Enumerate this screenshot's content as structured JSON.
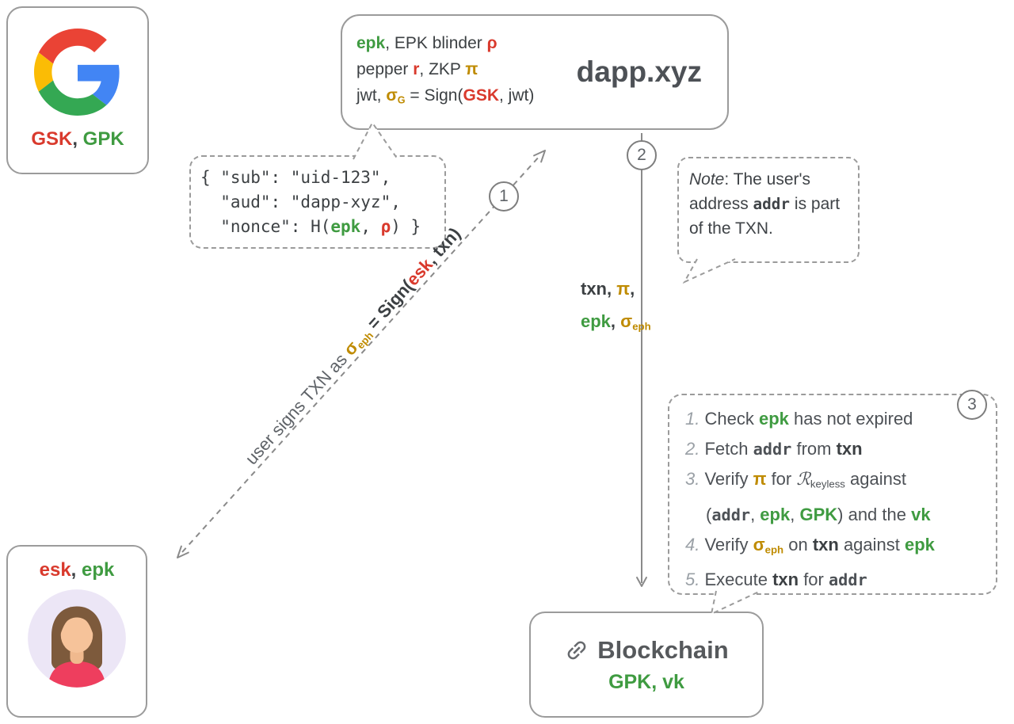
{
  "google_box": {
    "keys": [
      {
        "t": "GSK",
        "cls": "red"
      },
      {
        "t": ", "
      },
      {
        "t": "GPK",
        "cls": "green"
      }
    ]
  },
  "dapp_box": {
    "title": "dapp.xyz",
    "line1": [
      {
        "t": "epk",
        "cls": "green"
      },
      {
        "t": ", EPK blinder "
      },
      {
        "t": "ρ",
        "cls": "red"
      }
    ],
    "line2": [
      {
        "t": "pepper "
      },
      {
        "t": "r",
        "cls": "red"
      },
      {
        "t": ", ZKP "
      },
      {
        "t": "π",
        "cls": "gold"
      }
    ],
    "line3": [
      {
        "t": "jwt, "
      },
      {
        "t": "σ",
        "cls": "gold"
      },
      {
        "t": "G",
        "cls": "gold sub"
      },
      {
        "t": " = Sign("
      },
      {
        "t": "GSK",
        "cls": "red"
      },
      {
        "t": ", jwt)"
      }
    ]
  },
  "jwt_bubble": {
    "line1": [
      {
        "t": "{ \"sub\": \"uid-123\","
      }
    ],
    "line2": [
      {
        "t": "  \"aud\": \"dapp-xyz\","
      }
    ],
    "line3": [
      {
        "t": "  \"nonce\": H("
      },
      {
        "t": "epk",
        "cls": "green"
      },
      {
        "t": ", "
      },
      {
        "t": "ρ",
        "cls": "red"
      },
      {
        "t": ") }"
      }
    ]
  },
  "arrow1": {
    "badge": "1",
    "label": [
      {
        "t": "user signs TXN as ",
        "cls": "gray"
      },
      {
        "t": "σ",
        "cls": "gold"
      },
      {
        "t": "eph",
        "cls": "gold sub"
      },
      {
        "t": " = Sign(",
        "cls": "bold"
      },
      {
        "t": "esk",
        "cls": "red"
      },
      {
        "t": ", ",
        "cls": "bold"
      },
      {
        "t": "txn",
        "cls": "bold"
      },
      {
        "t": ")",
        "cls": "bold"
      }
    ]
  },
  "arrow2": {
    "badge": "2",
    "payload_line1": [
      {
        "t": "txn, ",
        "cls": "bold"
      },
      {
        "t": "π",
        "cls": "gold"
      },
      {
        "t": ",",
        "cls": "bold"
      }
    ],
    "payload_line2": [
      {
        "t": "epk",
        "cls": "green"
      },
      {
        "t": ", ",
        "cls": "bold"
      },
      {
        "t": "σ",
        "cls": "gold"
      },
      {
        "t": "eph",
        "cls": "gold sub"
      }
    ]
  },
  "note_bubble": {
    "text": [
      {
        "t": "Note",
        "cls": "it"
      },
      {
        "t": ": The user's address "
      },
      {
        "t": "addr",
        "cls": "mono"
      },
      {
        "t": " is part of the TXN."
      }
    ]
  },
  "steps_bubble": {
    "badge": "3",
    "line1": [
      {
        "t": "1. ",
        "cls": "num"
      },
      {
        "t": "Check "
      },
      {
        "t": "epk",
        "cls": "green"
      },
      {
        "t": " has not expired"
      }
    ],
    "line2": [
      {
        "t": "2. ",
        "cls": "num"
      },
      {
        "t": "Fetch "
      },
      {
        "t": "addr",
        "cls": "mono"
      },
      {
        "t": " from "
      },
      {
        "t": "txn",
        "cls": "bold"
      }
    ],
    "line3": [
      {
        "t": "3. ",
        "cls": "num"
      },
      {
        "t": "Verify "
      },
      {
        "t": "π",
        "cls": "gold"
      },
      {
        "t": " for "
      },
      {
        "t": "ℛ",
        "cls": "script"
      },
      {
        "t": "keyless",
        "cls": "sub"
      },
      {
        "t": " against"
      }
    ],
    "line4": [
      {
        "t": "("
      },
      {
        "t": "addr",
        "cls": "mono"
      },
      {
        "t": ", "
      },
      {
        "t": "epk",
        "cls": "green"
      },
      {
        "t": ", "
      },
      {
        "t": "GPK",
        "cls": "green"
      },
      {
        "t": ") and the "
      },
      {
        "t": "vk",
        "cls": "green"
      }
    ],
    "line5": [
      {
        "t": "4. ",
        "cls": "num"
      },
      {
        "t": "Verify "
      },
      {
        "t": "σ",
        "cls": "gold"
      },
      {
        "t": "eph",
        "cls": "gold sub"
      },
      {
        "t": " on "
      },
      {
        "t": "txn",
        "cls": "bold"
      },
      {
        "t": " against "
      },
      {
        "t": "epk",
        "cls": "green"
      }
    ],
    "line6": [
      {
        "t": "5. ",
        "cls": "num"
      },
      {
        "t": "Execute "
      },
      {
        "t": "txn",
        "cls": "bold"
      },
      {
        "t": " for "
      },
      {
        "t": "addr",
        "cls": "mono"
      }
    ]
  },
  "blockchain_box": {
    "title": "Blockchain",
    "keys": [
      {
        "t": "GPK, vk",
        "cls": "green"
      }
    ]
  },
  "user_box": {
    "keys": [
      {
        "t": "esk",
        "cls": "red"
      },
      {
        "t": ", "
      },
      {
        "t": "epk",
        "cls": "green"
      }
    ]
  },
  "colors": {
    "red": "#d93a2d",
    "green": "#3f9b41",
    "gold": "#bf8b00",
    "dark_text": "#3c4043",
    "gray_text": "#5f6368",
    "border_gray": "#9b9b9b"
  },
  "icons": {
    "google_logo": "google-g-logo",
    "chain_link": "chain-link-icon",
    "user_avatar": "woman-avatar"
  }
}
